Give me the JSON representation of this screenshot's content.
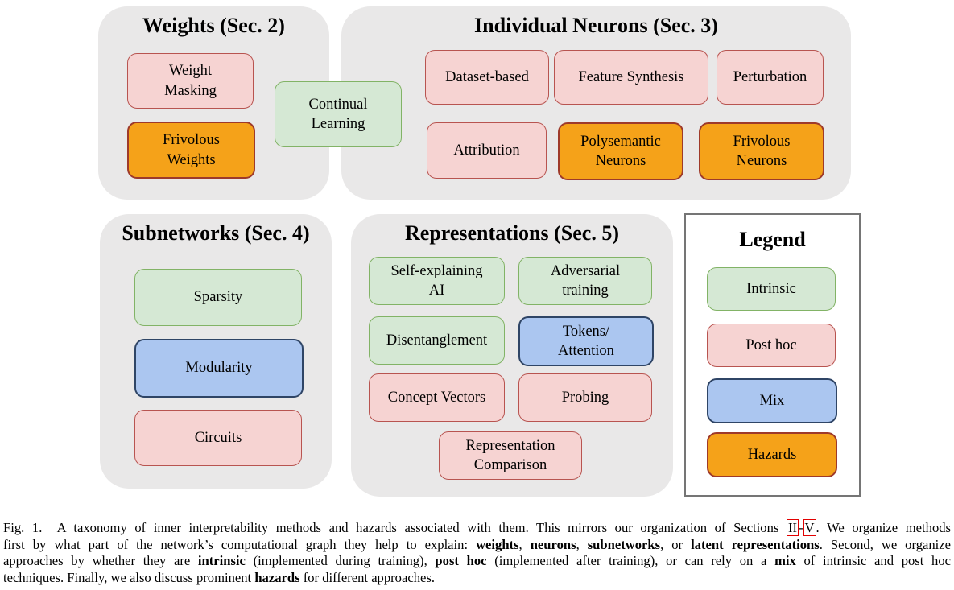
{
  "panels": {
    "weights": {
      "title": "Weights (Sec. 2)"
    },
    "neurons": {
      "title": "Individual Neurons (Sec. 3)"
    },
    "subnetworks": {
      "title": "Subnetworks (Sec. 4)"
    },
    "representations": {
      "title": "Representations (Sec. 5)"
    }
  },
  "boxes": {
    "weight_masking": "Weight\nMasking",
    "frivolous_weights": "Frivolous\nWeights",
    "continual_learning": "Continual\nLearning",
    "dataset_based": "Dataset-based",
    "feature_synthesis": "Feature Synthesis",
    "perturbation": "Perturbation",
    "attribution": "Attribution",
    "polysemantic_neurons": "Polysemantic\nNeurons",
    "frivolous_neurons": "Frivolous\nNeurons",
    "sparsity": "Sparsity",
    "modularity": "Modularity",
    "circuits": "Circuits",
    "self_explaining_ai": "Self-explaining\nAI",
    "adversarial_training": "Adversarial\ntraining",
    "disentanglement": "Disentanglement",
    "tokens_attention": "Tokens/\nAttention",
    "concept_vectors": "Concept Vectors",
    "probing": "Probing",
    "representation_comparison": "Representation\nComparison"
  },
  "legend": {
    "title": "Legend",
    "items": {
      "intrinsic": "Intrinsic",
      "post_hoc": "Post hoc",
      "mix": "Mix",
      "hazards": "Hazards"
    }
  },
  "colors": {
    "panel_bg": "#e9e8e8",
    "legend_border": "#757575",
    "intrinsic_fill": "#d5e8d4",
    "intrinsic_border": "#82b366",
    "posthoc_fill": "#f6d3d2",
    "posthoc_border": "#b85450",
    "mix_fill": "#abc6f0",
    "mix_border": "#2f4566",
    "hazard_fill": "#f5a219",
    "hazard_border": "#9e3a2a",
    "link_box": "#e20000"
  },
  "caption": {
    "lines": [
      [
        {
          "t": "Fig. 1.  A taxonomy of inner interpretability methods and hazards associated with them. This mirrors our organization of Sections ",
          "s": "plain"
        },
        {
          "t": "II",
          "s": "link"
        },
        {
          "t": "-",
          "s": "plain"
        },
        {
          "t": "V",
          "s": "link"
        },
        {
          "t": ". We organize methods",
          "s": "plain"
        }
      ],
      [
        {
          "t": "first by what part of the network’s computational graph they help to explain: ",
          "s": "plain"
        },
        {
          "t": "weights",
          "s": "bold"
        },
        {
          "t": ", ",
          "s": "plain"
        },
        {
          "t": "neurons",
          "s": "bold"
        },
        {
          "t": ", ",
          "s": "plain"
        },
        {
          "t": "subnetworks",
          "s": "bold"
        },
        {
          "t": ", or ",
          "s": "plain"
        },
        {
          "t": "latent representations",
          "s": "bold"
        },
        {
          "t": ". Second, we organize",
          "s": "plain"
        }
      ],
      [
        {
          "t": "approaches by whether they are ",
          "s": "plain"
        },
        {
          "t": "intrinsic",
          "s": "bold"
        },
        {
          "t": " (implemented during training), ",
          "s": "plain"
        },
        {
          "t": "post hoc",
          "s": "bold"
        },
        {
          "t": " (implemented after training), or can rely on a ",
          "s": "plain"
        },
        {
          "t": "mix",
          "s": "bold"
        },
        {
          "t": " of intrinsic and post hoc",
          "s": "plain"
        }
      ],
      [
        {
          "t": "techniques. Finally, we also discuss prominent ",
          "s": "plain"
        },
        {
          "t": "hazards",
          "s": "bold"
        },
        {
          "t": " for different approaches.",
          "s": "plain"
        }
      ]
    ]
  }
}
